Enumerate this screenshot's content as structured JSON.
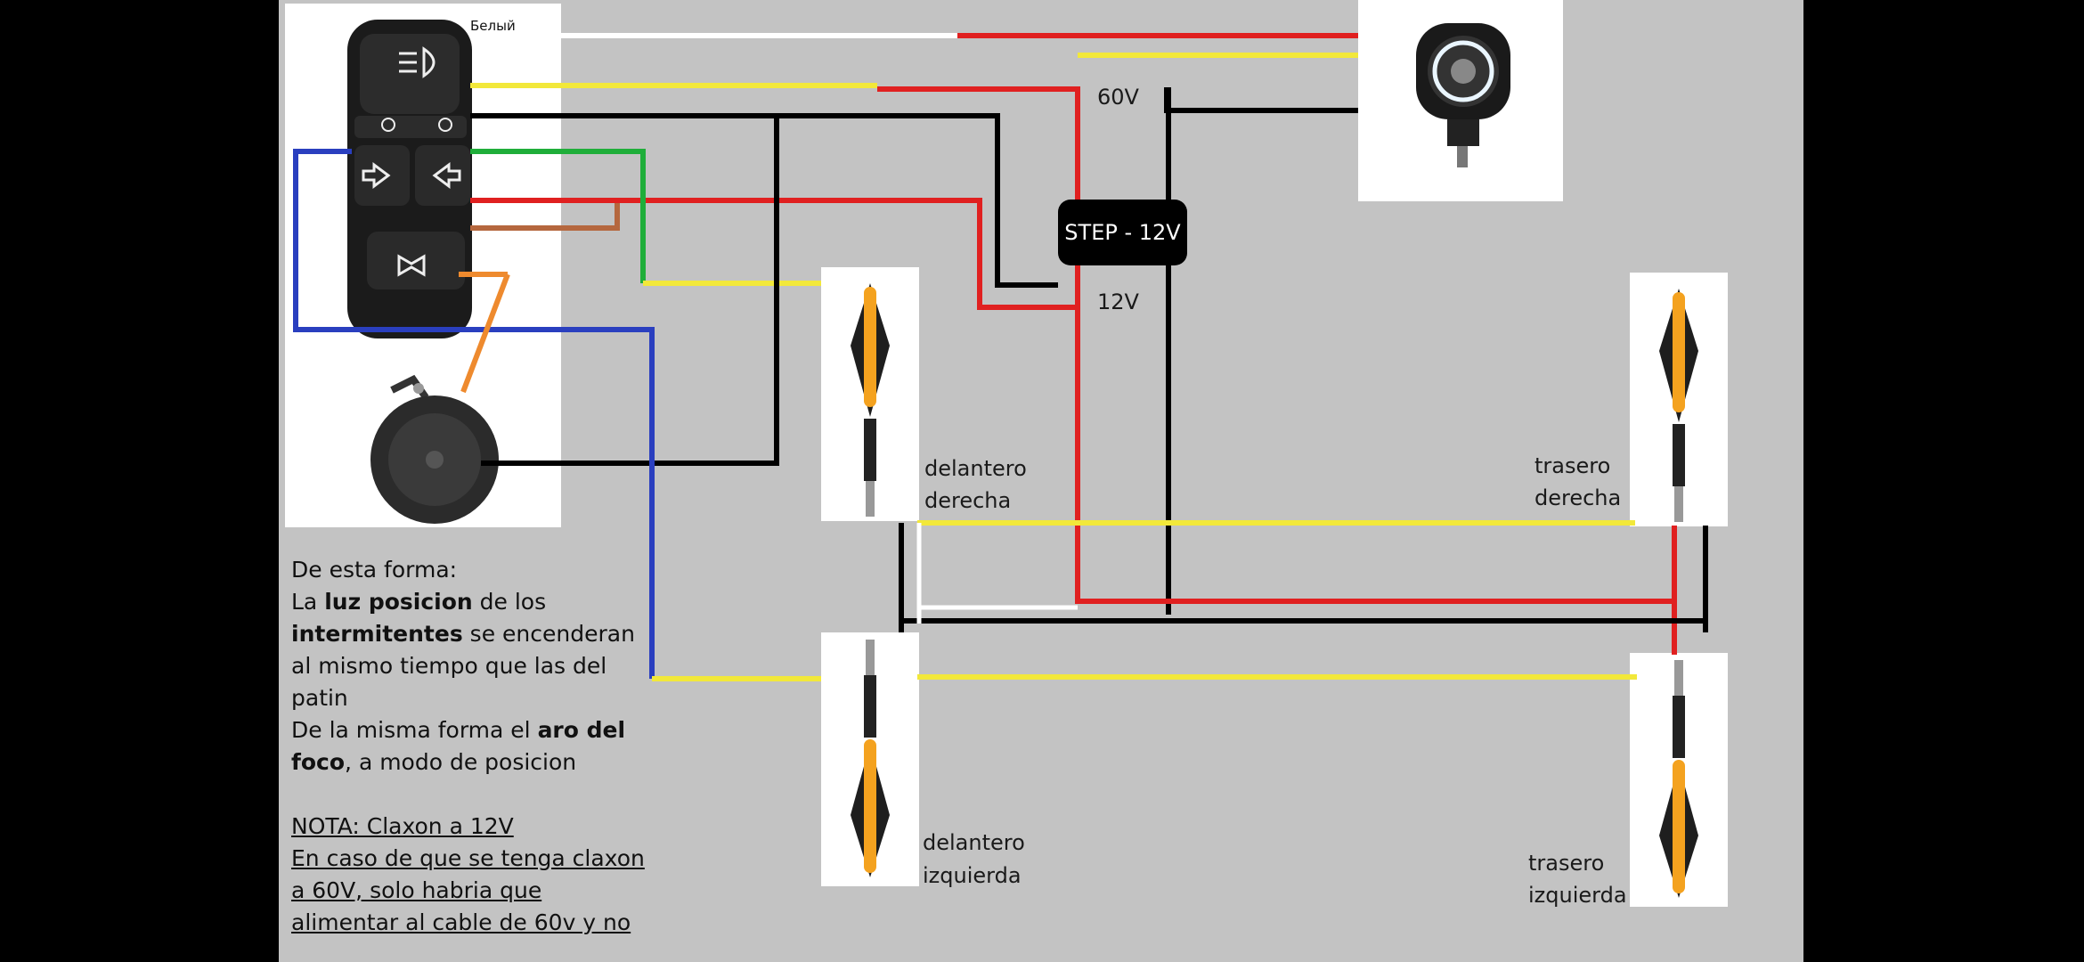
{
  "switch": {
    "label_top": "Белый"
  },
  "step_down": {
    "label": "STEP - 12V",
    "input_voltage": "60V",
    "output_voltage": "12V"
  },
  "indicators": {
    "front_right": [
      "delantero",
      "derecha"
    ],
    "rear_right": [
      "trasero",
      "derecha"
    ],
    "front_left": [
      "delantero",
      "izquierda"
    ],
    "rear_left": [
      "trasero",
      "izquierda"
    ]
  },
  "notes": {
    "intro": "De esta forma:",
    "line1_a": "La ",
    "line1_b": "luz posicion",
    "line1_c": " de los",
    "line2_a": "intermitentes",
    "line2_b": " se encenderan",
    "line3": "al mismo tiempo que las del",
    "line4": "patin",
    "line5_a": "De la misma forma el ",
    "line5_b": "aro del",
    "line6_a": "foco",
    "line6_b": ", a modo de posicion",
    "nota_title": "NOTA: Claxon a 12V",
    "nota1": "En caso de que se tenga claxon",
    "nota2": "a 60V, solo habria que",
    "nota3": "alimentar al cable de 60v y no"
  },
  "colors": {
    "background": "#c3c3c3",
    "red": "#e02020",
    "yellow": "#f2e83a",
    "black": "#000000",
    "blue": "#2a3fbf",
    "green": "#1fae3a",
    "brown": "#b5673e",
    "orange": "#ee8a2e",
    "white": "#ffffff"
  },
  "icons": [
    "handlebar-switch-icon",
    "headlight-icon",
    "horn-icon",
    "turn-signal-icon"
  ]
}
